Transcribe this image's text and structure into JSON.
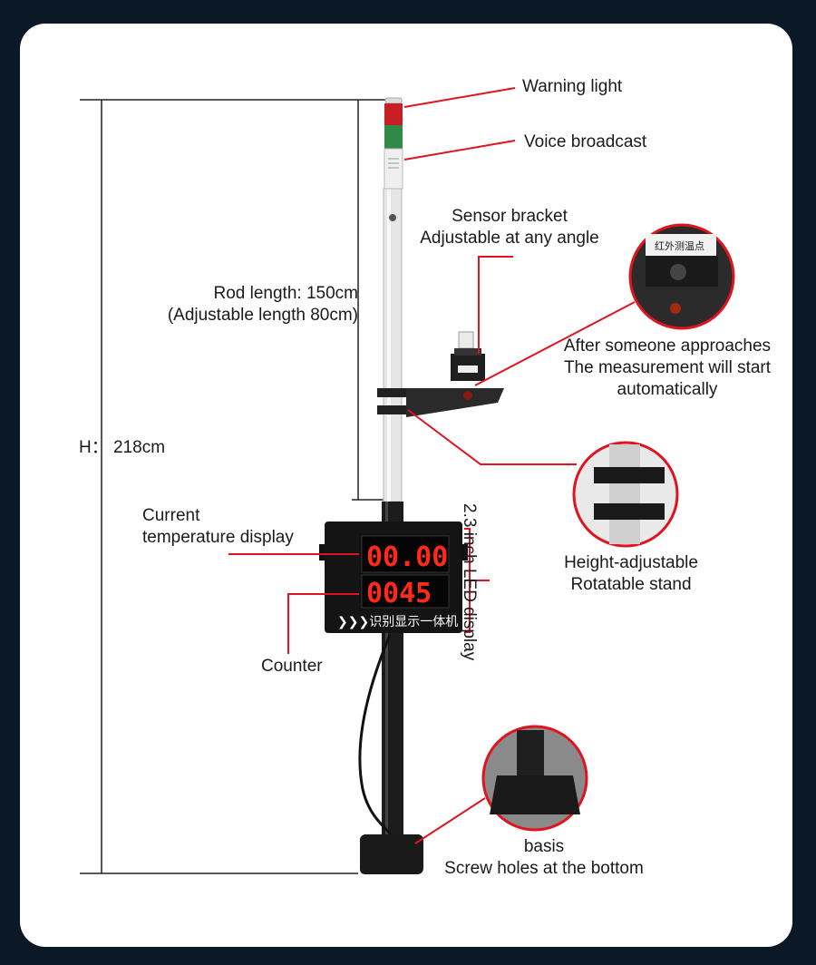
{
  "labels": {
    "warning_light": "Warning light",
    "voice_broadcast": "Voice broadcast",
    "sensor_bracket_1": "Sensor bracket",
    "sensor_bracket_2": "Adjustable at any angle",
    "rod_length_1": "Rod length: 150cm",
    "rod_length_2": "(Adjustable length 80cm)",
    "approach_1": "After someone approaches",
    "approach_2": "The measurement will start",
    "approach_3": "automatically",
    "height": "H： 218cm",
    "current_temp_1": "Current",
    "current_temp_2": "temperature display",
    "led_display": "2.3 inch LED display",
    "stand_1": "Height-adjustable",
    "stand_2": "Rotatable stand",
    "counter": "Counter",
    "basis_1": "basis",
    "basis_2": "Screw holes at the bottom"
  },
  "display": {
    "temperature": "00.00",
    "count": "0045",
    "caption": "❯❯❯识别显示一体机"
  },
  "sensor": {
    "tag": "红外测温点"
  },
  "colors": {
    "background": "#0b1826",
    "card": "#ffffff",
    "leader_line": "#e0141e",
    "led": "#ff2a1a"
  }
}
